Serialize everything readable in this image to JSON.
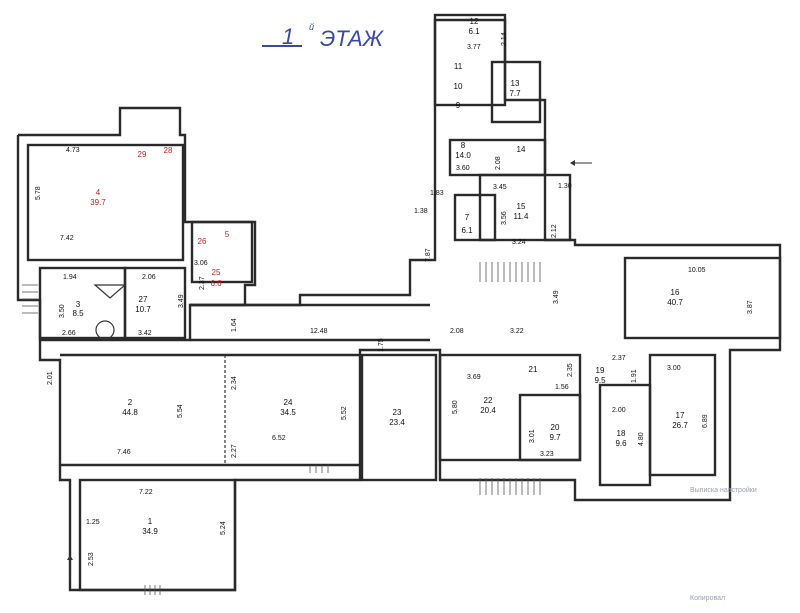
{
  "title": {
    "number": "1",
    "superscript": "й",
    "text": "ЭТАЖ"
  },
  "rooms": [
    {
      "id": "1",
      "num": "1",
      "area": "34.9"
    },
    {
      "id": "2",
      "num": "2",
      "area": "44.8"
    },
    {
      "id": "3",
      "num": "3",
      "area": "8.5"
    },
    {
      "id": "4",
      "num": "4",
      "area": "39.7"
    },
    {
      "id": "5",
      "num": "5",
      "area": "6.6"
    },
    {
      "id": "7",
      "num": "7",
      "area": "6.1"
    },
    {
      "id": "8",
      "num": "8",
      "area": "14.0"
    },
    {
      "id": "9",
      "num": "9",
      "area": ""
    },
    {
      "id": "10",
      "num": "10",
      "area": ""
    },
    {
      "id": "11",
      "num": "11",
      "area": ""
    },
    {
      "id": "12",
      "num": "12",
      "area": "6.1"
    },
    {
      "id": "13",
      "num": "13",
      "area": "7.7"
    },
    {
      "id": "14",
      "num": "14",
      "area": ""
    },
    {
      "id": "15",
      "num": "15",
      "area": "11.4"
    },
    {
      "id": "16",
      "num": "16",
      "area": "40.7"
    },
    {
      "id": "17",
      "num": "17",
      "area": "26.7"
    },
    {
      "id": "18",
      "num": "18",
      "area": "9.6"
    },
    {
      "id": "19",
      "num": "19",
      "area": "9.5"
    },
    {
      "id": "20",
      "num": "20",
      "area": "9.7"
    },
    {
      "id": "21",
      "num": "21",
      "area": ""
    },
    {
      "id": "22",
      "num": "22",
      "area": "20.4"
    },
    {
      "id": "23",
      "num": "23",
      "area": "23.4"
    },
    {
      "id": "24",
      "num": "24",
      "area": "34.5"
    },
    {
      "id": "25",
      "num": "25",
      "area": ""
    },
    {
      "id": "26",
      "num": "26",
      "area": ""
    },
    {
      "id": "27",
      "num": "27",
      "area": "10.7"
    },
    {
      "id": "28",
      "num": "28",
      "area": ""
    },
    {
      "id": "29",
      "num": "29",
      "area": ""
    }
  ],
  "dimensions": {
    "d_4_73": "4.73",
    "d_5_78": "5.78",
    "d_7_42": "7.42",
    "d_1_94": "1.94",
    "d_3_50": "3.50",
    "d_2_66": "2.66",
    "d_2_06": "2.06",
    "d_3_49a": "3.49",
    "d_3_42": "3.42",
    "d_3_06": "3.06",
    "d_2_37a": "2.37",
    "d_1_64": "1.64",
    "d_12_48": "12.48",
    "d_1_75": "1.75",
    "d_2_01": "2.01",
    "d_5_54": "5.54",
    "d_7_46": "7.46",
    "d_2_34": "2.34",
    "d_2_27": "2.27",
    "d_6_52": "6.52",
    "d_5_52": "5.52",
    "d_7_22": "7.22",
    "d_1_25": "1.25",
    "d_5_24": "5.24",
    "d_2_53": "2.53",
    "d_3_77": "3.77",
    "d_2_14": "2.14",
    "d_3_60": "3.60",
    "d_2_08a": "2.08",
    "d_3_45": "3.45",
    "d_1_30": "1.30",
    "d_1_83": "1.83",
    "d_1_38": "1.38",
    "d_3_56": "3.56",
    "d_3_24": "3.24",
    "d_2_12": "2.12",
    "d_7_87": "7.87",
    "d_10_05": "10.05",
    "d_3_49b": "3.49",
    "d_3_87": "3.87",
    "d_2_08b": "2.08",
    "d_3_22": "3.22",
    "d_3_69": "3.69",
    "d_5_80": "5.80",
    "d_2_35": "2.35",
    "d_1_56": "1.56",
    "d_2_37b": "2.37",
    "d_1_91": "1.91",
    "d_3_00": "3.00",
    "d_3_01": "3.01",
    "d_3_23": "3.23",
    "d_2_00": "2.00",
    "d_4_80": "4.80",
    "d_6_89": "6.89"
  },
  "stamps": {
    "stamp_mid": "Выписка\nнавстройки",
    "stamp_bottom": "Копировал"
  },
  "colors": {
    "walls": "#2a2a2a",
    "title": "#3a48a8",
    "red_annotations": "#c81e1e"
  }
}
